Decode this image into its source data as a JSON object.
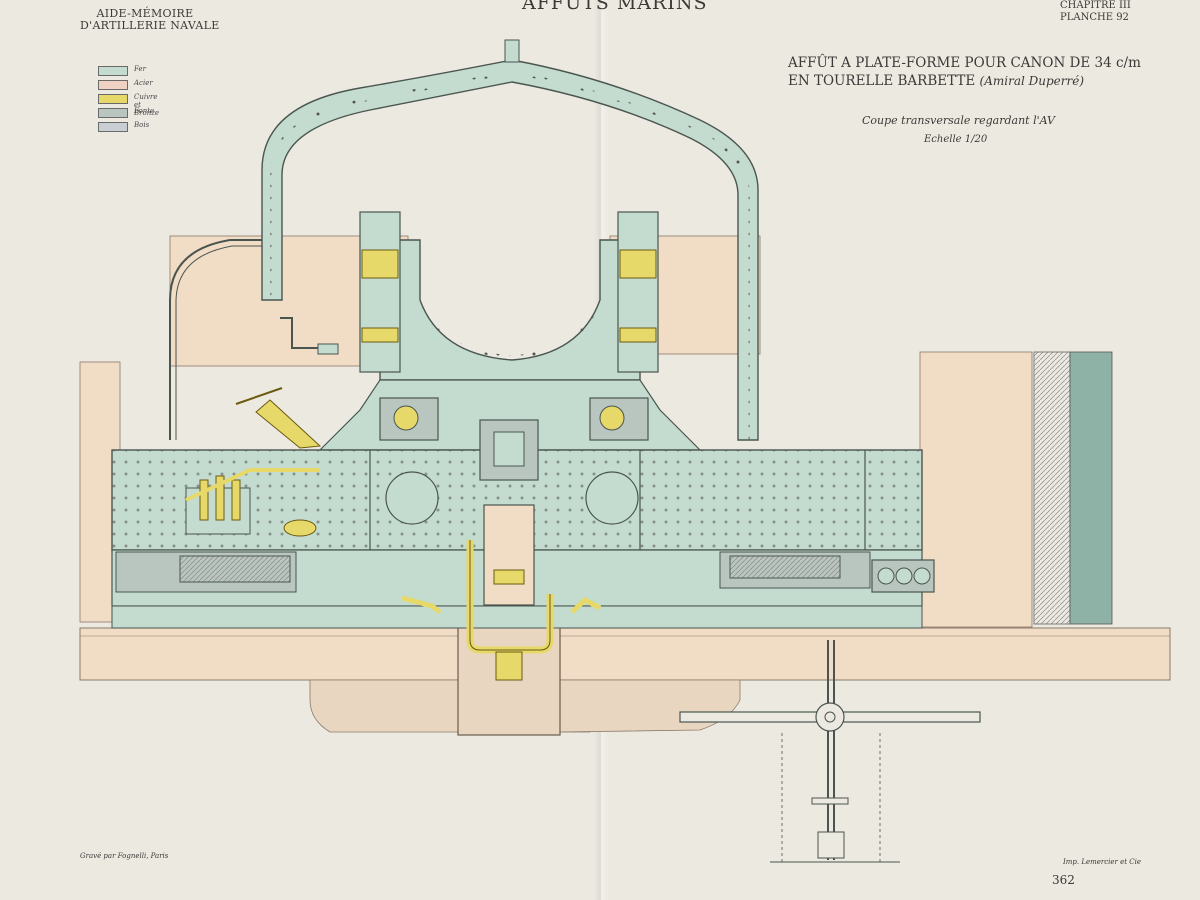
{
  "header": {
    "left_line1": "AIDE-MÉMOIRE",
    "left_line2": "D'ARTILLERIE NAVALE",
    "top_center": "AFFÛTS MARINS",
    "chapter": "CHAPITRE III",
    "plate": "PLANCHE 92"
  },
  "title": {
    "line1": "AFFÛT A PLATE-FORME POUR CANON DE 34 c/m",
    "line2": "EN TOURELLE BARBETTE",
    "ship": "(Amiral Duperré)",
    "subtitle": "Coupe transversale regardant l'AV",
    "scale": "Echelle 1/20"
  },
  "legend": [
    {
      "label": "Fer",
      "color": "#c4dccf"
    },
    {
      "label": "Acier",
      "color": "#efd2c4"
    },
    {
      "label": "Cuivre et Bronze",
      "color": "#e6d96a"
    },
    {
      "label": "Fonte",
      "color": "#b9c6c0"
    },
    {
      "label": "Bois",
      "color": "#c9ced2"
    }
  ],
  "footer": {
    "engraver": "Gravé par Fognelli, Paris",
    "printer": "Imp. Lemercier et Cie",
    "page": "362"
  },
  "colors": {
    "iron": "#c4dccf",
    "steel": "#efd2c4",
    "brass": "#e6d96a",
    "cast": "#b9c6c0",
    "wood": "#c9ced2",
    "deck": "#f1dcc5",
    "ink": "#4a5550"
  }
}
